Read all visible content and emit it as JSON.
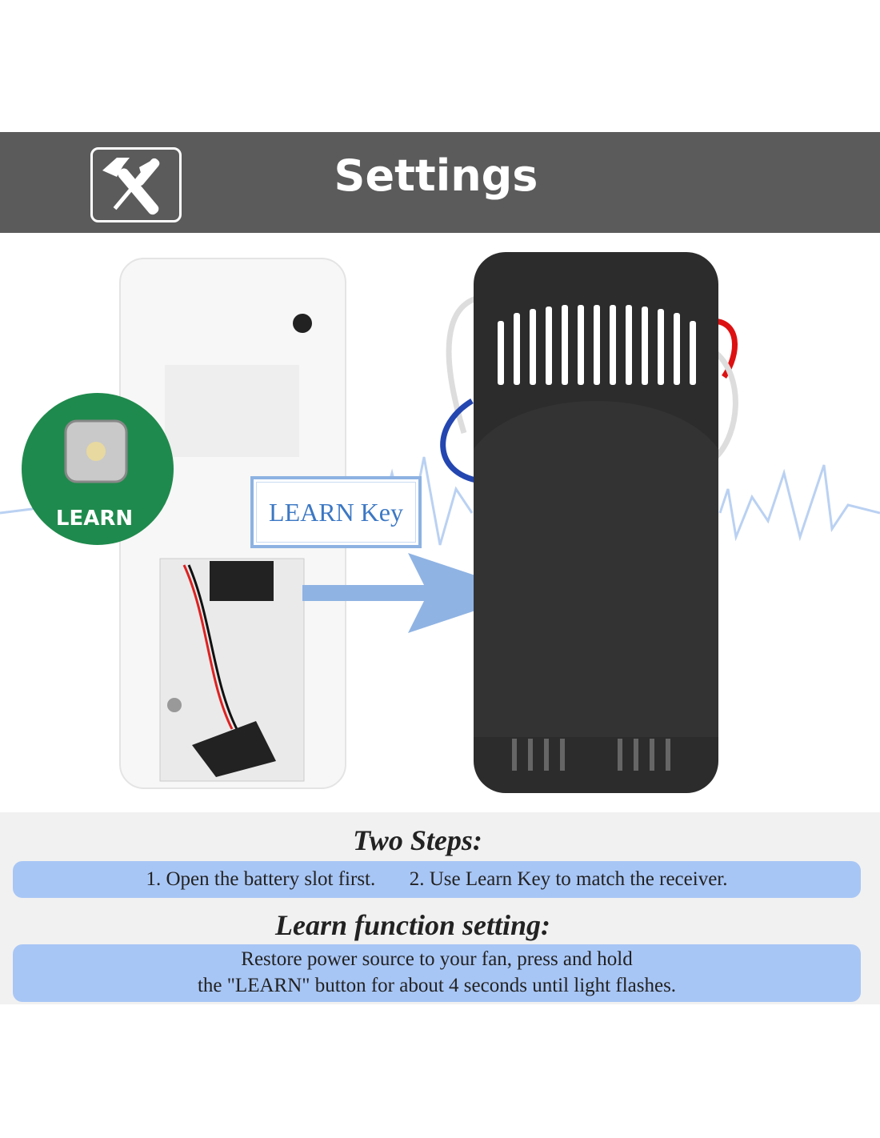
{
  "header": {
    "title": "Settings",
    "icon": "hammer-screwdriver-icon"
  },
  "illustration": {
    "callout_label": "LEARN Key",
    "button_label": "LEARN"
  },
  "steps": {
    "heading": "Two Steps:",
    "step1": "1. Open the battery slot first.",
    "step2": "2. Use Learn Key to match the receiver."
  },
  "learn": {
    "heading": "Learn function setting:",
    "line1": "Restore power source to your fan, press and hold",
    "line2": "the \"LEARN\" button for about 4 seconds until light flashes."
  },
  "colors": {
    "header": "#5b5b5b",
    "pill": "#a8c6f5",
    "accent": "#3c78c4"
  }
}
